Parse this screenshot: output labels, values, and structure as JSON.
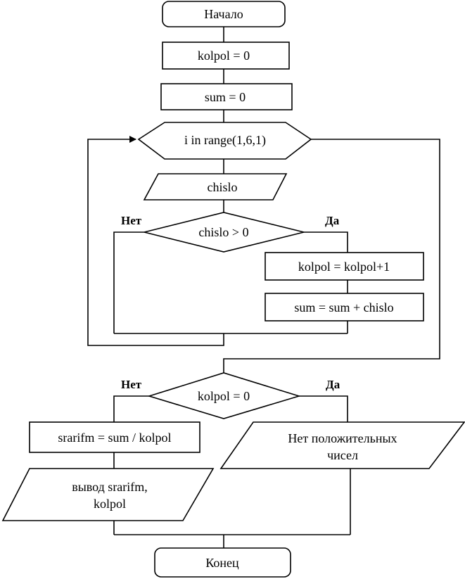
{
  "start": "Начало",
  "init_kolpol": "kolpol = 0",
  "init_sum": "sum = 0",
  "loop": "i in range(1,6,1)",
  "input": "chislo",
  "cond_positive": {
    "text": "chislo > 0",
    "no": "Нет",
    "yes": "Да"
  },
  "inc_kolpol": "kolpol = kolpol+1",
  "add_sum": "sum = sum + chislo",
  "cond_zero": {
    "text": "kolpol = 0",
    "no": "Нет",
    "yes": "Да"
  },
  "calc_avg": "srarifm = sum / kolpol",
  "output_avg": [
    "вывод srarifm,",
    "kolpol"
  ],
  "output_none": [
    "Нет положительных",
    "чисел"
  ],
  "end": "Конец"
}
